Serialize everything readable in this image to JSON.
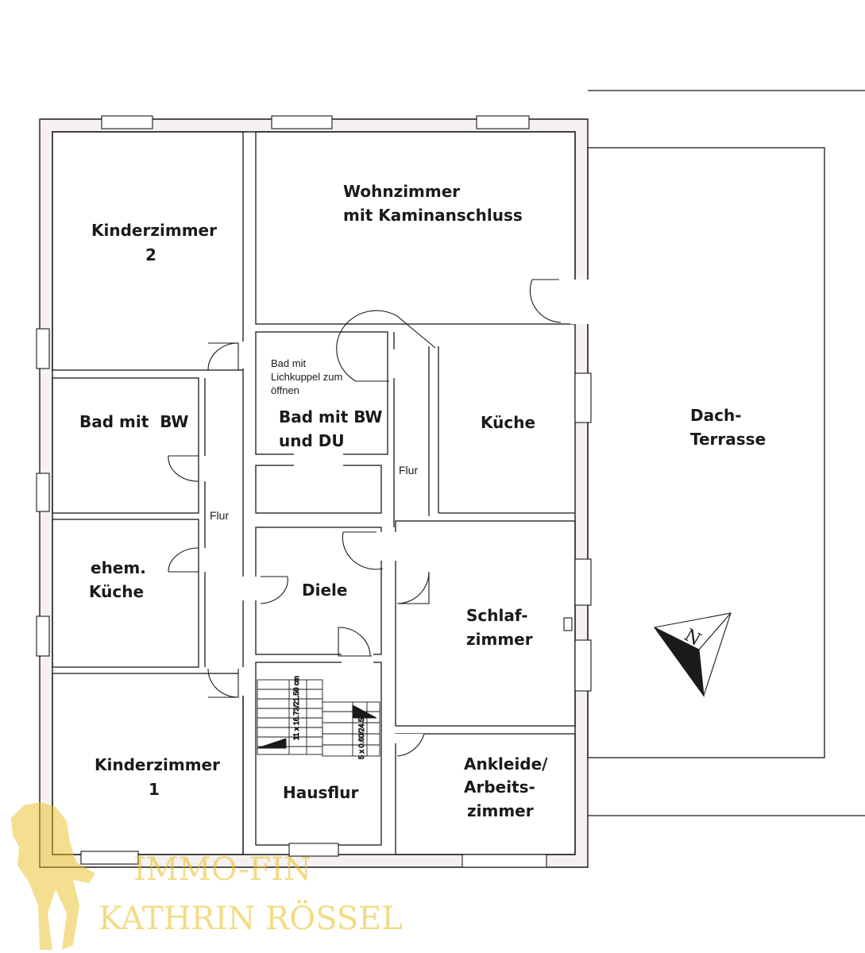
{
  "rooms": {
    "kinderzimmer2": [
      "Kinderzimmer",
      "2"
    ],
    "wohnzimmer": [
      "Wohnzimmer",
      "mit Kaminanschluss"
    ],
    "bad_note": [
      "Bad mit",
      "Lichkuppel zum",
      "öffnen"
    ],
    "bad_bw_du": [
      "Bad mit BW",
      "und DU"
    ],
    "bad_bw": "Bad mit  BW",
    "kueche": "Küche",
    "flur": "Flur",
    "ehem_kueche": [
      "ehem.",
      "Küche"
    ],
    "diele": "Diele",
    "schlafzimmer": [
      "Schlaf-",
      "zimmer"
    ],
    "dachterrasse": [
      "Dach-",
      "Terrasse"
    ],
    "kinderzimmer1": [
      "Kinderzimmer",
      "1"
    ],
    "hausflur": "Hausflur",
    "ankleide": [
      "Ankleide/",
      "Arbeits-",
      "zimmer"
    ]
  },
  "stairs": {
    "left_label": "11 x 16.73/21.50 cm",
    "right_label": "5 x 0.60/24.50"
  },
  "compass": {
    "north": "N"
  },
  "watermark": {
    "line1": "IMMO-FIN",
    "line2": "KATHRIN RÖSSEL"
  },
  "colors": {
    "wall": "#1a1a1a",
    "wall_fill": "#f6f0f0",
    "watermark": "#e8c020"
  }
}
